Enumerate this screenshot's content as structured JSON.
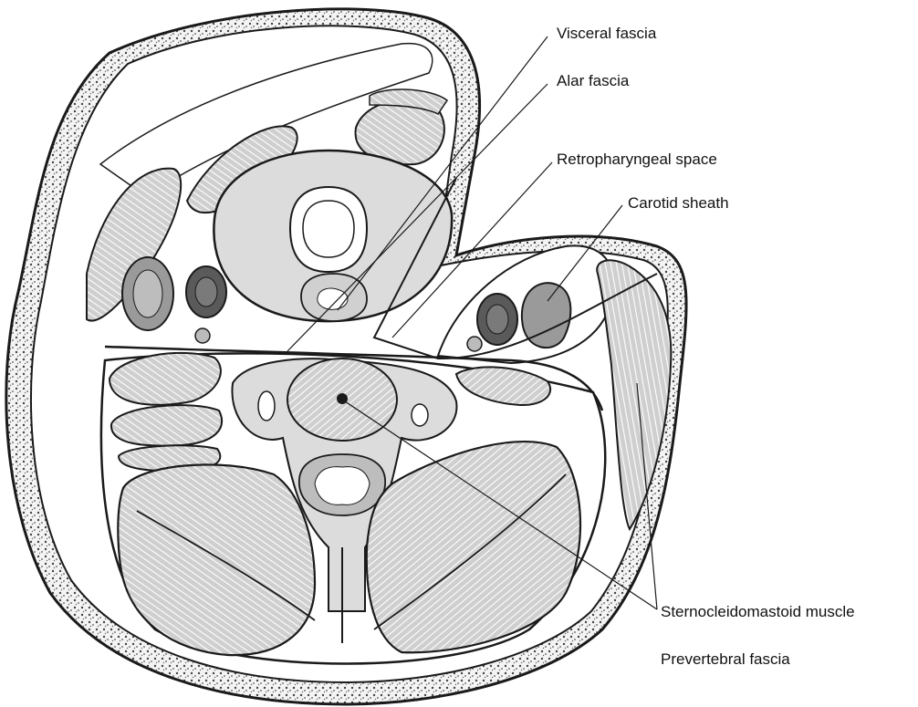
{
  "figure": {
    "labels": {
      "visceral_fascia": "Visceral fascia",
      "alar_fascia": "Alar fascia",
      "retropharyngeal_space": "Retropharyngeal space",
      "carotid_sheath": "Carotid sheath",
      "sternocleidomastoid_muscle": "Sternocleidomastoid muscle",
      "prevertebral_fascia": "Prevertebral fascia"
    },
    "colors": {
      "outline": "#1a1a1a",
      "skin_fill": "#f2f2f2",
      "tissue_fill": "#d9d9d9",
      "muscle_fill": "#c9c9c9",
      "vessel_dark": "#5a5a5a",
      "vessel_light": "#9a9a9a"
    }
  }
}
